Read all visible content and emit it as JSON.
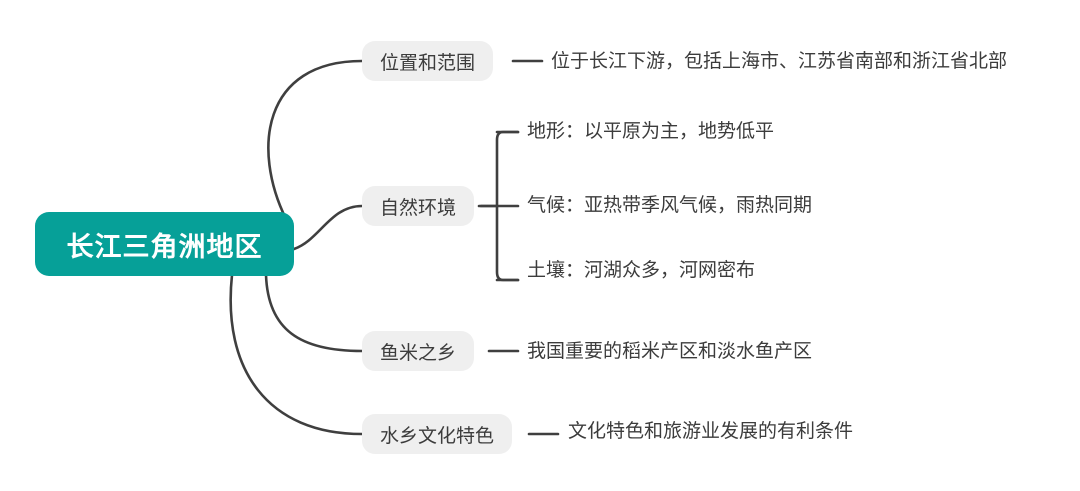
{
  "diagram": {
    "type": "mindmap",
    "title": "长江三角洲地区",
    "colors": {
      "root_background": "#06a098",
      "root_text": "#ffffff",
      "branch_background": "#efefef",
      "branch_text": "#3c3c3c",
      "leaf_text": "#3c3c3c",
      "connector": "#3f3f3f",
      "canvas_background": "#ffffff"
    },
    "root": {
      "label": "长江三角洲地区"
    },
    "branches": [
      {
        "label": "位置和范围",
        "children": [
          {
            "label": "位于长江下游，包括上海市、江苏省南部和浙江省北部"
          }
        ]
      },
      {
        "label": "自然环境",
        "children": [
          {
            "label": "地形：以平原为主，地势低平"
          },
          {
            "label": "气候：亚热带季风气候，雨热同期"
          },
          {
            "label": "土壤：河湖众多，河网密布"
          }
        ]
      },
      {
        "label": "鱼米之乡",
        "children": [
          {
            "label": "我国重要的稻米产区和淡水鱼产区"
          }
        ]
      },
      {
        "label": "水乡文化特色",
        "children": [
          {
            "label": "文化特色和旅游业发展的有利条件"
          }
        ]
      }
    ]
  }
}
